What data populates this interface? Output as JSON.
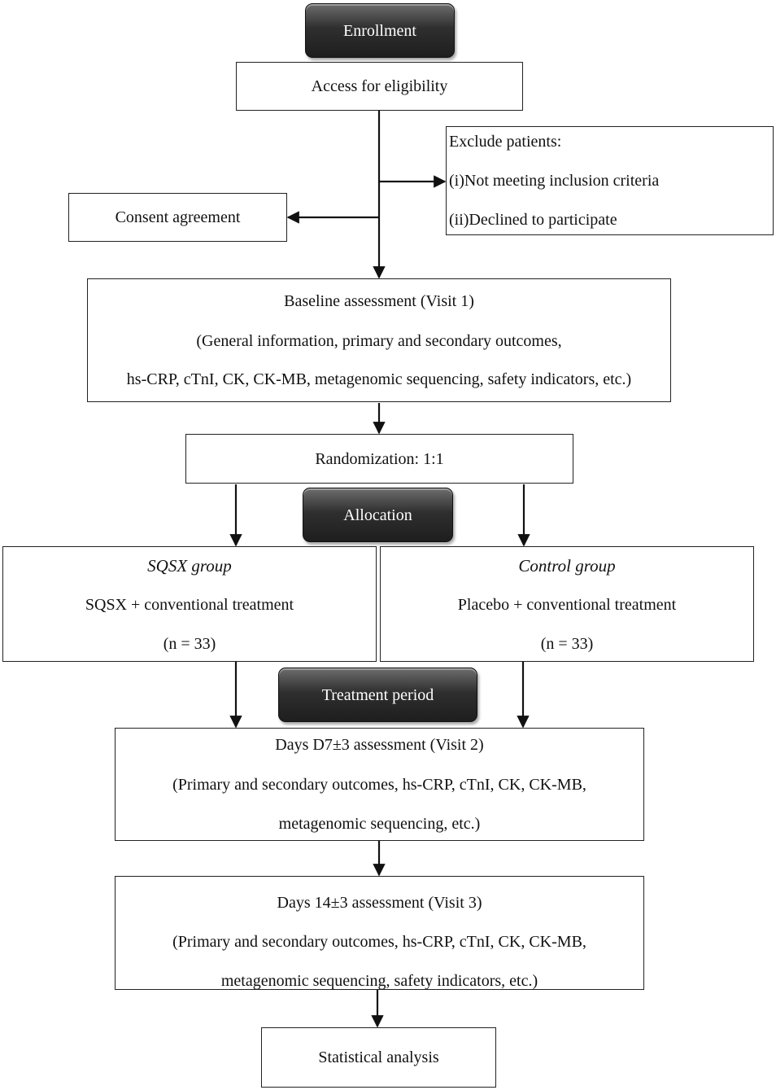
{
  "stages": {
    "enrollment": "Enrollment",
    "allocation": "Allocation",
    "treatment": "Treatment period"
  },
  "eligibility": "Access for eligibility",
  "exclude": {
    "title": "Exclude patients:",
    "reason1": "(i)Not meeting inclusion criteria",
    "reason2": "(ii)Declined to participate"
  },
  "consent": "Consent agreement",
  "baseline": {
    "line1": "Baseline assessment (Visit 1)",
    "line2": "(General information, primary and secondary outcomes,",
    "line3": "hs-CRP, cTnI, CK, CK-MB, metagenomic sequencing, safety indicators, etc.)"
  },
  "randomization": "Randomization: 1:1",
  "groups": {
    "sqsx": {
      "name": "SQSX group",
      "treatment": "SQSX + conventional treatment",
      "n": "(n = 33)"
    },
    "control": {
      "name": "Control group",
      "treatment": "Placebo + conventional treatment",
      "n": "(n = 33)"
    }
  },
  "visit2": {
    "line1": "Days D7±3 assessment (Visit 2)",
    "line2": "(Primary and secondary outcomes, hs-CRP, cTnI, CK, CK-MB,",
    "line3": "metagenomic sequencing,  etc.)"
  },
  "visit3": {
    "line1": "Days 14±3 assessment (Visit 3)",
    "line2": "(Primary and secondary outcomes, hs-CRP, cTnI, CK, CK-MB,",
    "line3": "metagenomic sequencing, safety indicators,  etc.)"
  },
  "analysis": "Statistical analysis"
}
